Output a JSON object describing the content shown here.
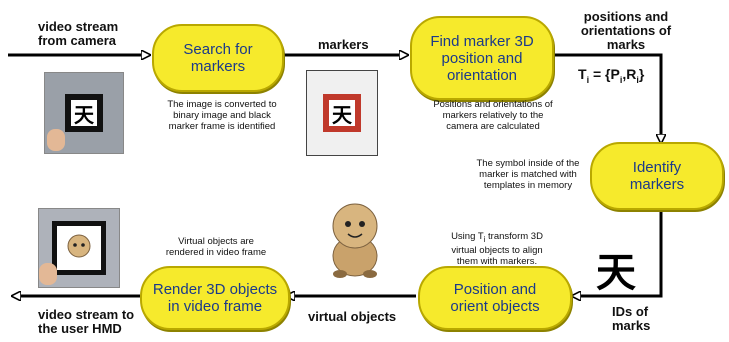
{
  "steps": {
    "search": "Search for\nmarkers",
    "find": "Find marker 3D\nposition and\norientation",
    "identify": "Identify\nmarkers",
    "position": "Position and\norient objects",
    "render": "Render 3D objects\nin video frame"
  },
  "labels": {
    "input": "video stream\nfrom camera",
    "markers": "markers",
    "positions": "positions and\norientations of\nmarks",
    "ids": "IDs of\nmarks",
    "virtual": "virtual objects",
    "output": "video stream to\nthe user HMD"
  },
  "formula": {
    "lhs": "T",
    "sub_i": "i",
    "open": " = {P",
    "comma": ",R",
    "close": "}"
  },
  "notes": {
    "search": "The image is converted to\nbinary image and black\nmarker frame is identified",
    "find": "Positions and orientations of\nmarkers relatively to the\ncamera are calculated",
    "identify": "The symbol inside of the\nmarker is matched with\ntemplates in memory",
    "position_pre": "Using T",
    "position_sub": "i",
    "position_post": " transform 3D\nvirtual objects to align\nthem with markers.",
    "render": "Virtual objects are\nrendered in video frame"
  },
  "glyphs": {
    "marker_symbol": "天"
  },
  "colors": {
    "box_fill": "#f6ea2c",
    "box_text": "#1b3a8a",
    "arrow": "#000000"
  }
}
